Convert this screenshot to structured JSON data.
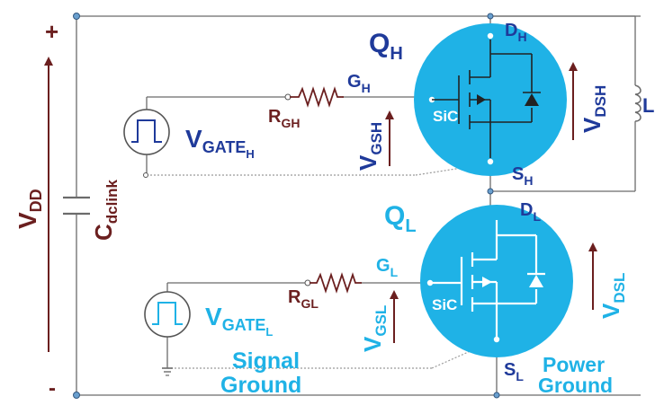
{
  "supply": {
    "plus": "+",
    "minus": "-",
    "vdd": {
      "main": "V",
      "sub": "DD"
    },
    "cap": {
      "main": "C",
      "sub": "dclink"
    }
  },
  "high_side": {
    "q": {
      "main": "Q",
      "sub": "H"
    },
    "drain": {
      "main": "D",
      "sub": "H"
    },
    "source": {
      "main": "S",
      "sub": "H"
    },
    "gate": {
      "main": "G",
      "sub": "H"
    },
    "rg": {
      "main": "R",
      "sub": "GH"
    },
    "vgate": {
      "main": "V",
      "sub": "GATE",
      "subsub": "H"
    },
    "vgs": {
      "main": "V",
      "sub": "GSH"
    },
    "vds": {
      "main": "V",
      "sub": "DSH"
    },
    "sic": "SiC"
  },
  "low_side": {
    "q": {
      "main": "Q",
      "sub": "L"
    },
    "drain": {
      "main": "D",
      "sub": "L"
    },
    "source": {
      "main": "S",
      "sub": "L"
    },
    "gate": {
      "main": "G",
      "sub": "L"
    },
    "rg": {
      "main": "R",
      "sub": "GL"
    },
    "vgate": {
      "main": "V",
      "sub": "GATE",
      "subsub": "L"
    },
    "vgs": {
      "main": "V",
      "sub": "GSL"
    },
    "vds": {
      "main": "V",
      "sub": "DSL"
    },
    "sic": "SiC"
  },
  "inductor": {
    "label": "L"
  },
  "grounds": {
    "signal_1": "Signal",
    "signal_2": "Ground",
    "power_1": "Power",
    "power_2": "Ground"
  },
  "colors": {
    "maroon": "#6b1f1f",
    "navy": "#1f3a9a",
    "cyan": "#1fb2e6",
    "wire": "#6b6b6b"
  }
}
